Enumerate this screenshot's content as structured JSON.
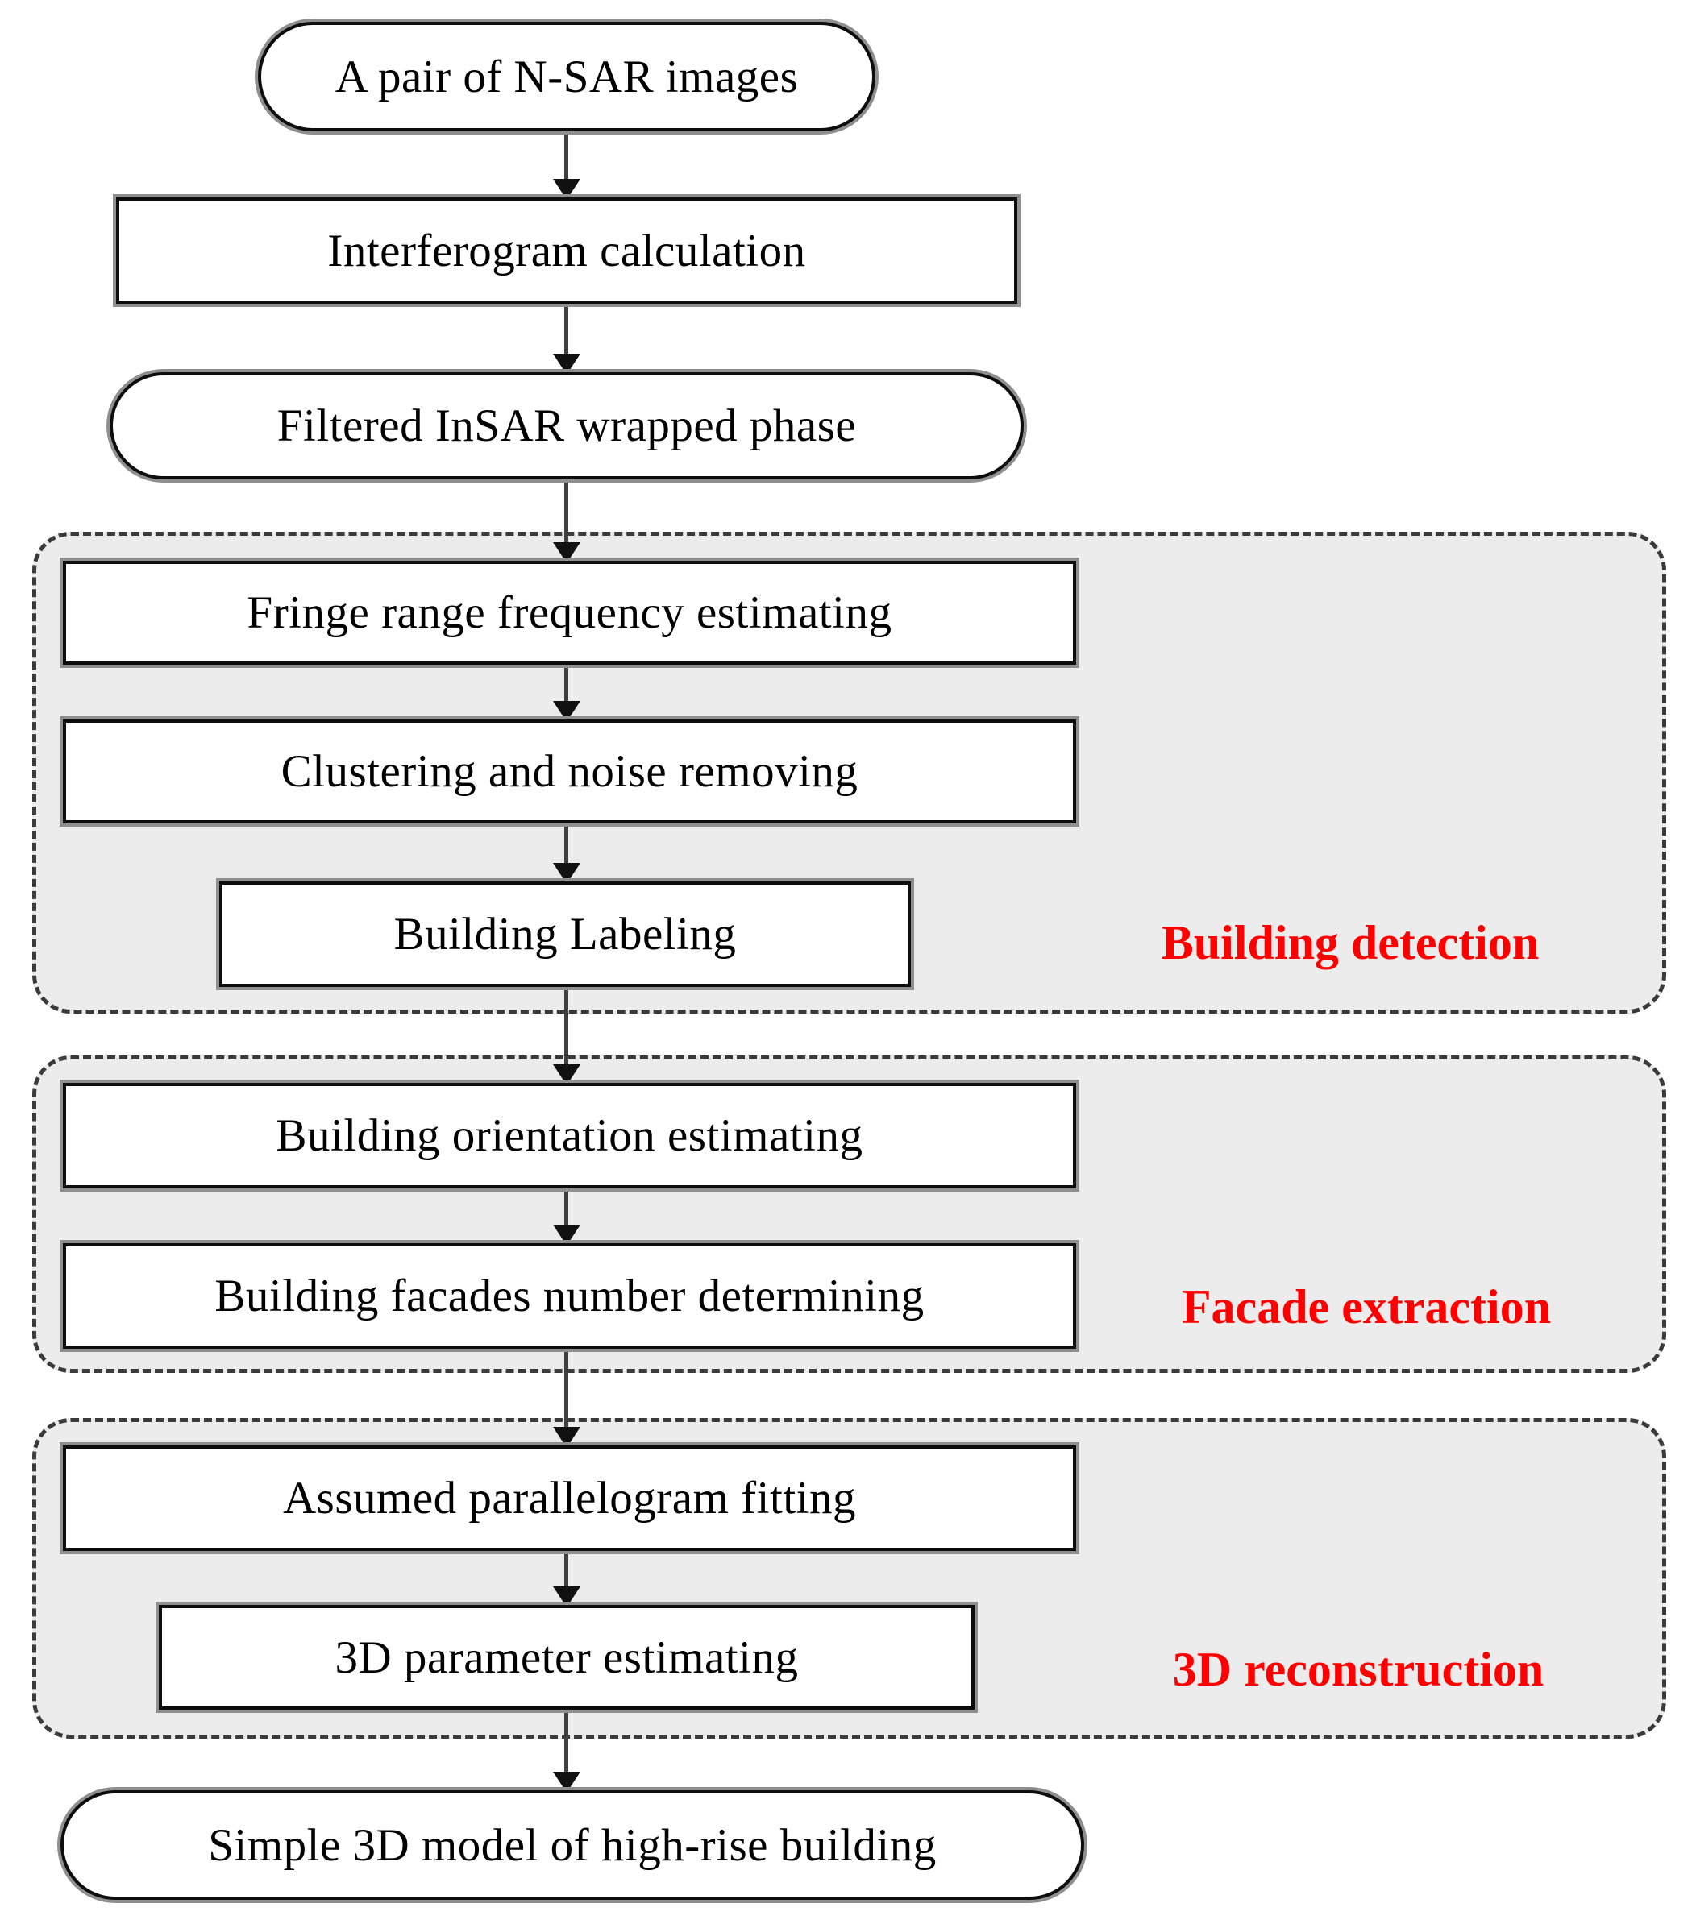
{
  "diagram": {
    "type": "flowchart",
    "direction": "top-down",
    "description": "Processing pipeline from a pair of N-SAR images to a simple 3D building model"
  },
  "nodes": {
    "input": {
      "label": "A pair of N-SAR images",
      "shape": "rounded"
    },
    "interferogram": {
      "label": "Interferogram calculation",
      "shape": "rect"
    },
    "filtered": {
      "label": "Filtered InSAR wrapped phase",
      "shape": "rounded"
    },
    "fringe": {
      "label": "Fringe range frequency estimating",
      "shape": "rect"
    },
    "clustering": {
      "label": "Clustering and noise removing",
      "shape": "rect"
    },
    "labeling": {
      "label": "Building Labeling",
      "shape": "rect"
    },
    "orientation": {
      "label": "Building orientation estimating",
      "shape": "rect"
    },
    "facades": {
      "label": "Building facades number determining",
      "shape": "rect"
    },
    "parallelogram": {
      "label": "Assumed parallelogram fitting",
      "shape": "rect"
    },
    "parameter": {
      "label": "3D parameter estimating",
      "shape": "rect"
    },
    "output": {
      "label": "Simple 3D model of high-rise building",
      "shape": "rounded"
    }
  },
  "stages": {
    "building_detection": {
      "label": "Building detection",
      "contains": [
        "Fringe range frequency estimating",
        "Clustering and noise removing",
        "Building Labeling"
      ]
    },
    "facade_extraction": {
      "label": "Facade extraction",
      "contains": [
        "Building orientation estimating",
        "Building facades number determining"
      ]
    },
    "reconstruction_3d": {
      "label": "3D reconstruction",
      "contains": [
        "Assumed parallelogram fitting",
        "3D parameter estimating"
      ]
    }
  },
  "edges": [
    "input -> interferogram",
    "interferogram -> filtered",
    "filtered -> fringe",
    "fringe -> clustering",
    "clustering -> labeling",
    "labeling -> orientation",
    "orientation -> facades",
    "facades -> parallelogram",
    "parallelogram -> parameter",
    "parameter -> output"
  ],
  "colors": {
    "stage_label": "#ff0000",
    "region_fill": "#ececec",
    "region_border": "#3a3a3a",
    "box_fill": "#ffffff",
    "box_border": "#0d0d0d",
    "box_outline": "#8f8f8f",
    "arrow": "#3f3f3f"
  }
}
